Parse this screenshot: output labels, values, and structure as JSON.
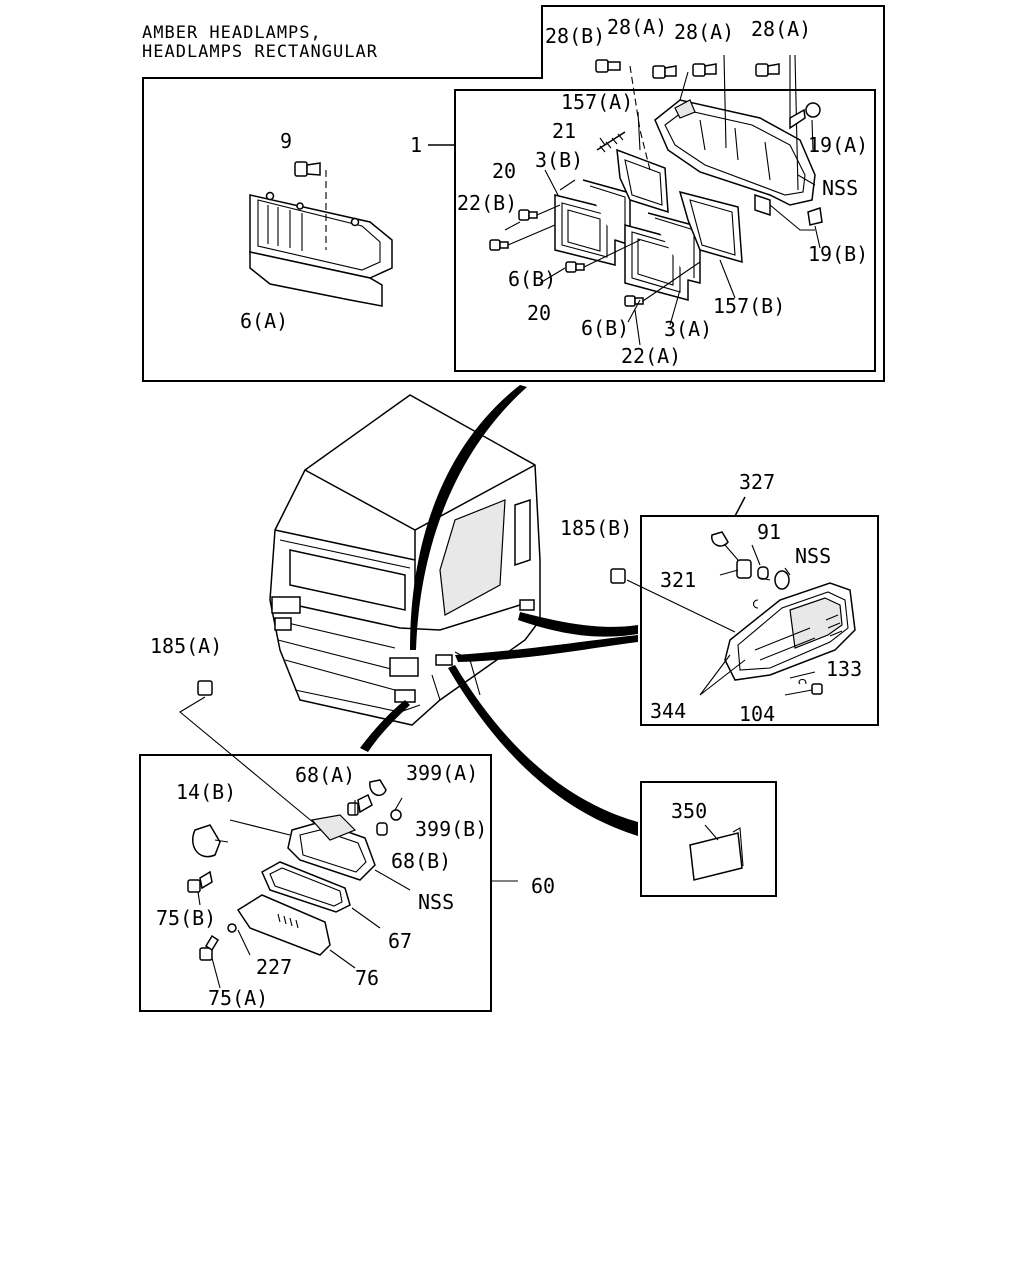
{
  "title": {
    "line1": "AMBER HEADLAMPS,",
    "line2": "HEADLAMPS RECTANGULAR"
  },
  "labels": {
    "p28b": "28(B)",
    "p28a_1": "28(A)",
    "p28a_2": "28(A)",
    "p28a_3": "28(A)",
    "p157a": "157(A)",
    "p21": "21",
    "p1": "1",
    "p9": "9",
    "p19a": "19(A)",
    "p20_1": "20",
    "p3b": "3(B)",
    "nss_1": "NSS",
    "p22b": "22(B)",
    "p19b": "19(B)",
    "p6b_1": "6(B)",
    "p6a": "6(A)",
    "p20_2": "20",
    "p157b": "157(B)",
    "p6b_2": "6(B)",
    "p3a": "3(A)",
    "p22a": "22(A)",
    "p327": "327",
    "p185b": "185(B)",
    "p91": "91",
    "nss_2": "NSS",
    "p321": "321",
    "p133": "133",
    "p344": "344",
    "p104": "104",
    "p185a": "185(A)",
    "p68a": "68(A)",
    "p399a": "399(A)",
    "p14b": "14(B)",
    "p399b": "399(B)",
    "p68b": "68(B)",
    "p350": "350",
    "nss_3": "NSS",
    "p60": "60",
    "p75b": "75(B)",
    "p67": "67",
    "p227": "227",
    "p76": "76",
    "p75a": "75(A)"
  }
}
